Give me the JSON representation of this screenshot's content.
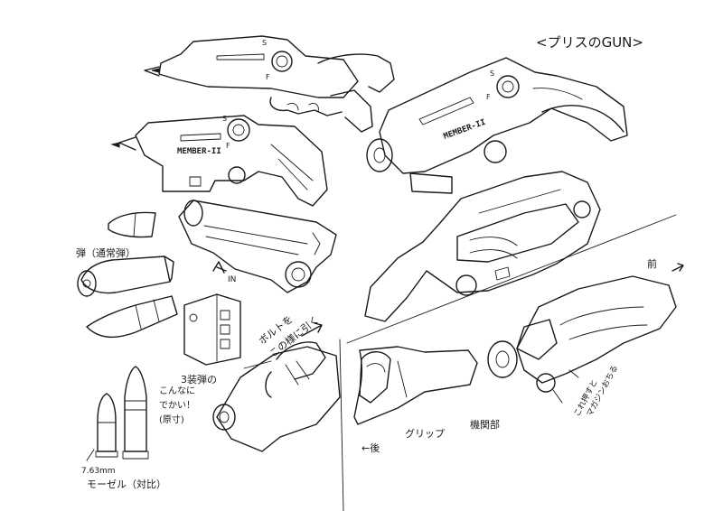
{
  "title": "<プリスのGUN>",
  "labels": {
    "member_stamp_1": "MEMBER-II",
    "member_stamp_2": "MEMBER-II",
    "safety_s": "S",
    "safety_f": "F",
    "bullet_note": "弾（通常弾）",
    "insert_note": "IN",
    "triple_note": "3装弾の",
    "bolt_note_1": "ボルトを",
    "bolt_note_2": "この様に引く",
    "cartridge_note_1": "こんなに",
    "cartridge_note_2": "でかい！",
    "cartridge_note_3": "(原寸)",
    "mauser_note_1": "7.63mm",
    "mauser_note_2": "モーゼル（対比）",
    "grip_note": "グリップ",
    "back_note": "←後",
    "front_note": "前",
    "mechanism_note": "機関部",
    "magazine_note_1": "これ押すと",
    "magazine_note_2": "マガジンおちる"
  }
}
